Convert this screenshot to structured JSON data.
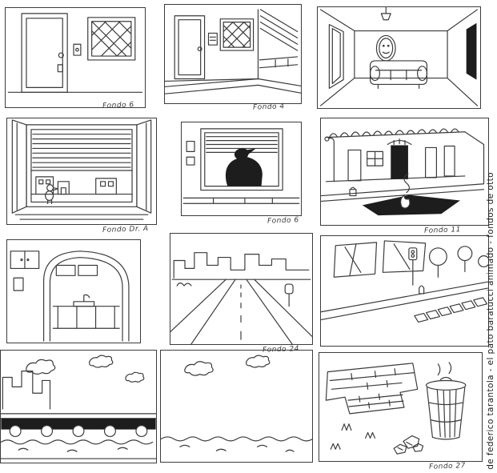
{
  "sheet": {
    "credit": "de federico tarantola - el pato baratucci animado - fondos de otto"
  },
  "panels": [
    {
      "name": "interior-door-window",
      "caption": "Fondo 6"
    },
    {
      "name": "street-corner-door",
      "caption": "Fondo 4"
    },
    {
      "name": "living-room",
      "caption": ""
    },
    {
      "name": "window-shutters-street",
      "caption": "Fondo Dr. A"
    },
    {
      "name": "window-bird-silhouette",
      "caption": "Fondo 6"
    },
    {
      "name": "street-storefront-fire",
      "caption": "Fondo 11"
    },
    {
      "name": "kitchen-archway",
      "caption": ""
    },
    {
      "name": "road-city-skyline",
      "caption": "Fondo 24"
    },
    {
      "name": "street-crosswalk-trees",
      "caption": ""
    },
    {
      "name": "waterfront-pier",
      "caption": ""
    },
    {
      "name": "sea-and-sky",
      "caption": ""
    },
    {
      "name": "alley-trashcan",
      "caption": "Fondo 27"
    }
  ]
}
